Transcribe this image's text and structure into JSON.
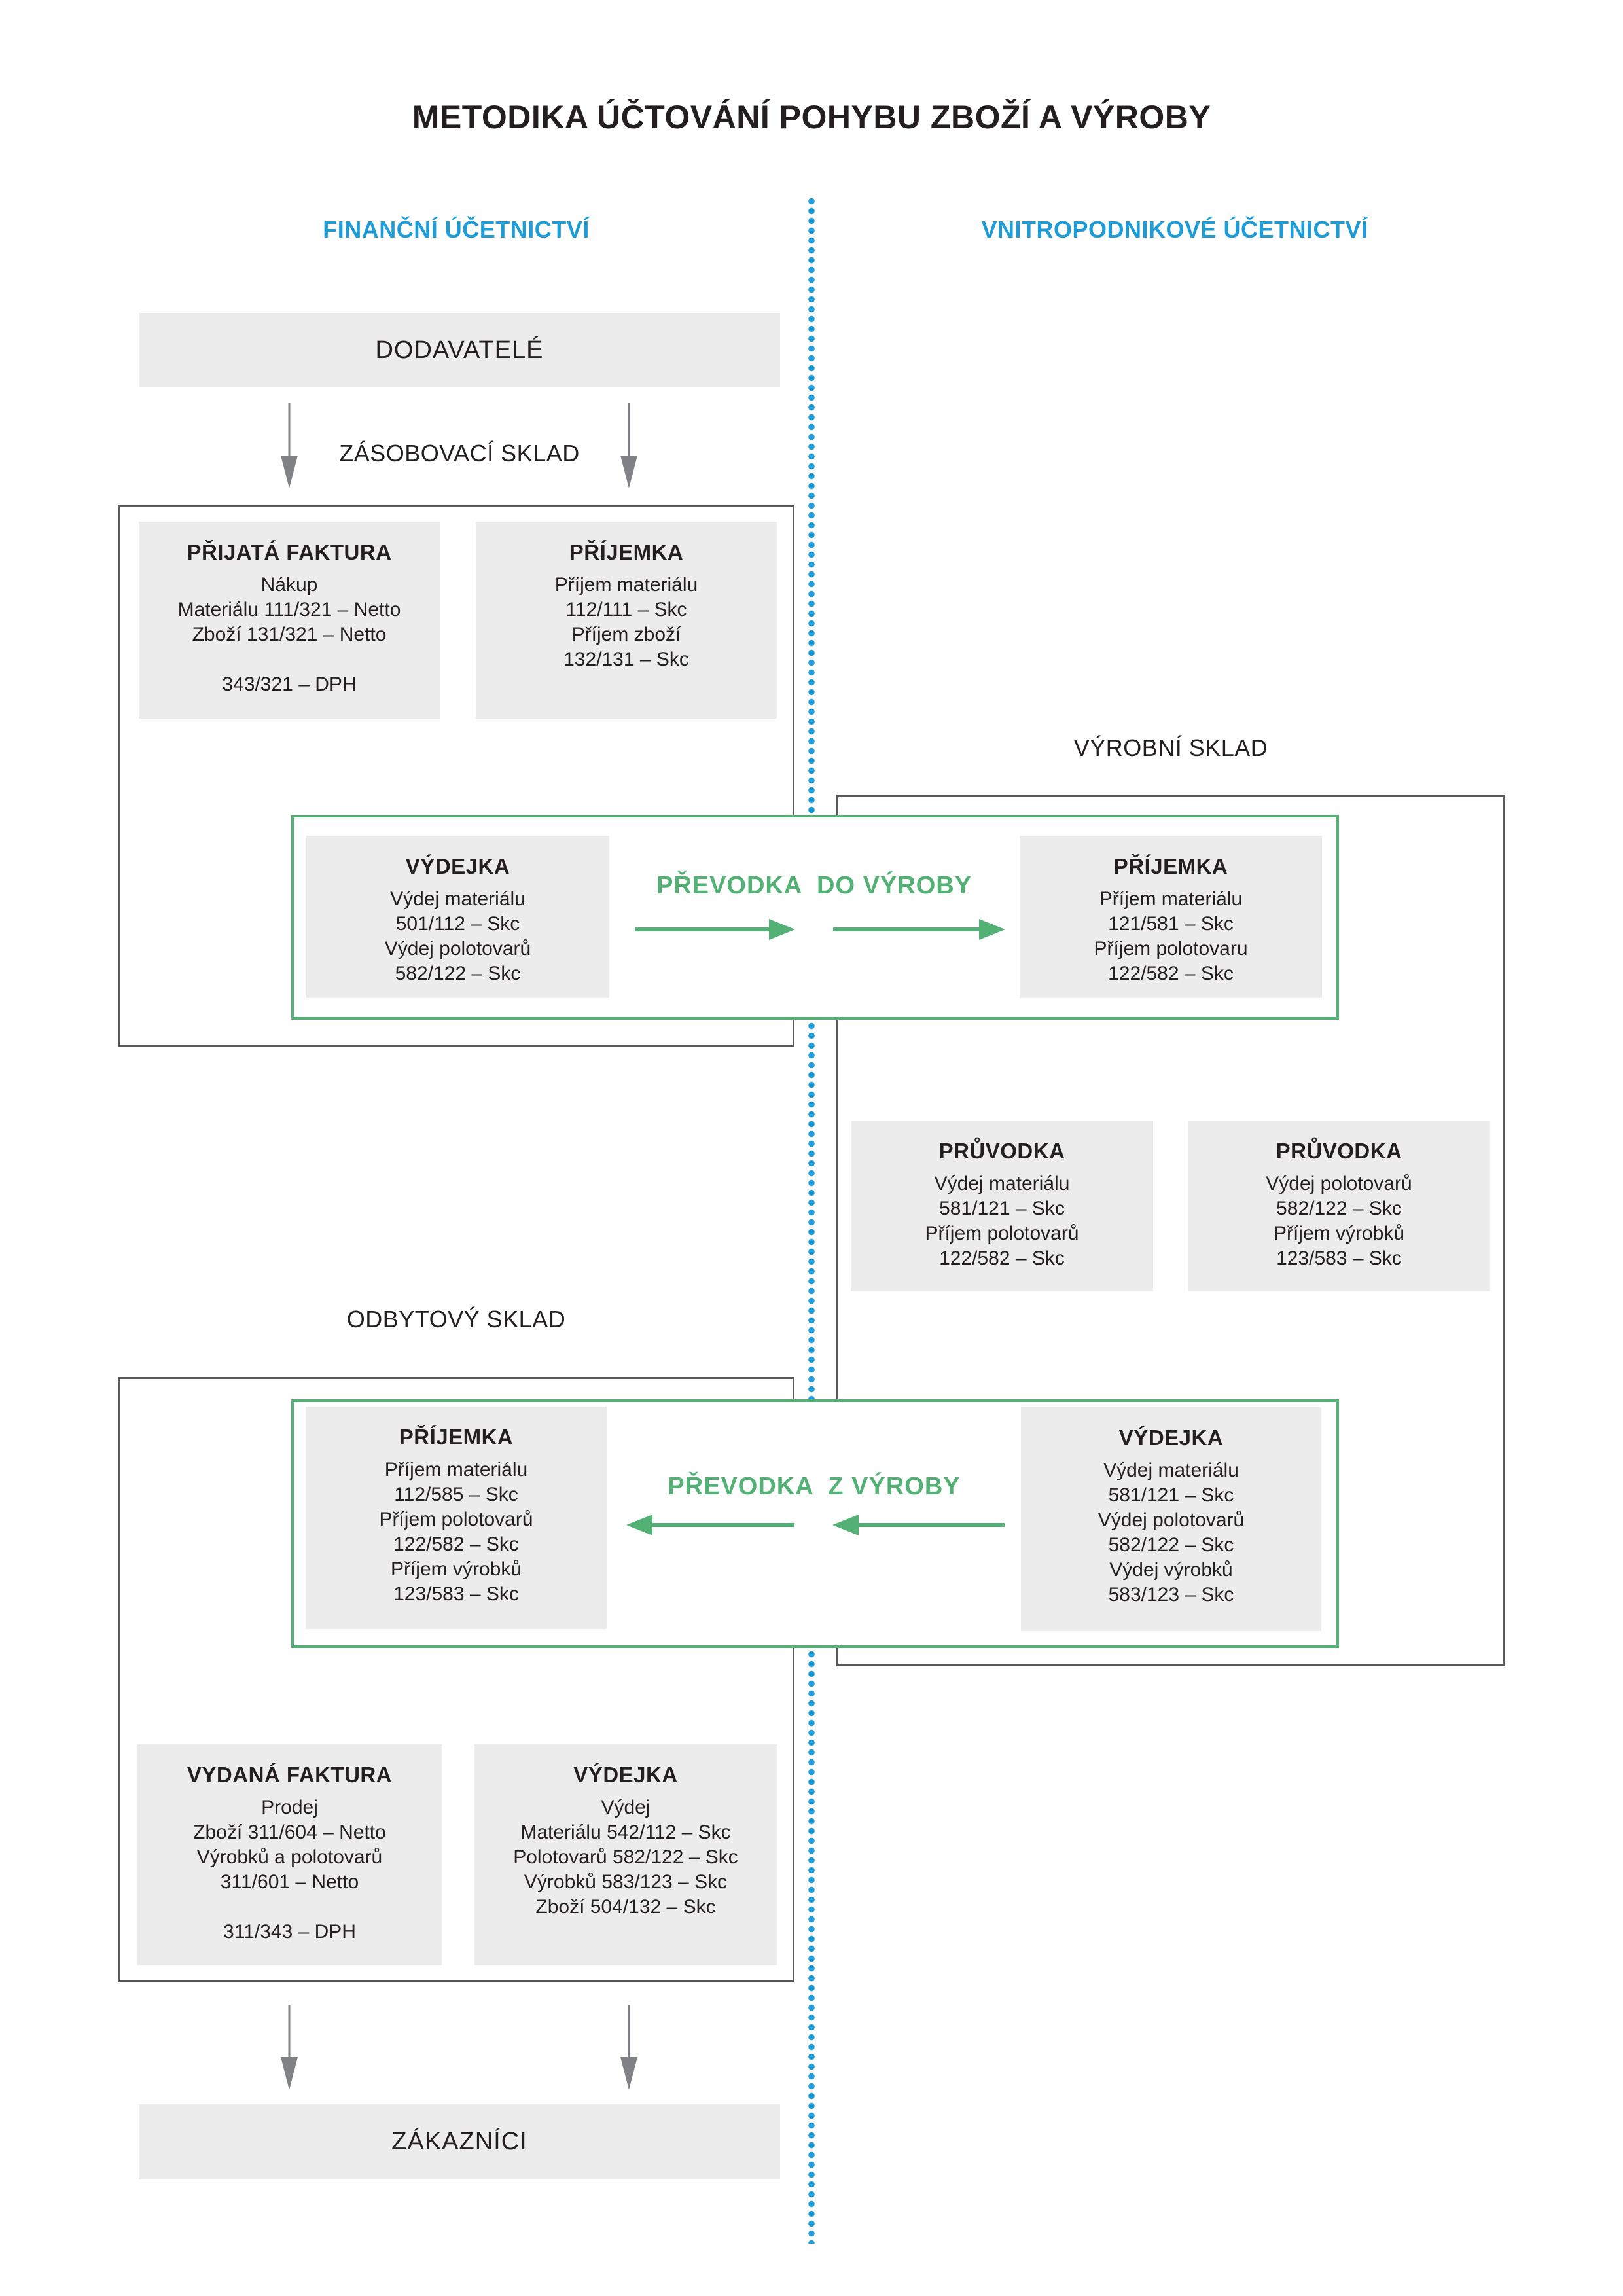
{
  "title": "METODIKA ÚČTOVÁNÍ POHYBU ZBOŽÍ A VÝROBY",
  "columns": {
    "left_header": "FINANČNÍ ÚČETNICTVÍ",
    "right_header": "VNITROPODNIKOVÉ ÚČETNICTVÍ"
  },
  "nodes": {
    "suppliers": "DODAVATELÉ",
    "customers": "ZÁKAZNÍCI"
  },
  "sections": {
    "supply_warehouse": "ZÁSOBOVACÍ SKLAD",
    "production_warehouse": "VÝROBNÍ SKLAD",
    "sales_warehouse": "ODBYTOVÝ SKLAD"
  },
  "transfers": {
    "to_production": "PŘEVODKA  DO VÝROBY",
    "from_production": "PŘEVODKA  Z VÝROBY"
  },
  "cards": {
    "prijata_faktura": {
      "title": "PŘIJATÁ FAKTURA",
      "lines": [
        "Nákup",
        "Materiálu 111/321 – Netto",
        "Zboží 131/321 – Netto",
        "",
        "343/321 – DPH"
      ]
    },
    "prijemka_zasobovaci": {
      "title": "PŘÍJEMKA",
      "lines": [
        "Příjem materiálu",
        "112/111 – Skc",
        "Příjem zboží",
        "132/131 – Skc"
      ]
    },
    "vydejka_do_vyroby": {
      "title": "VÝDEJKA",
      "lines": [
        "Výdej materiálu",
        "501/112 – Skc",
        "Výdej polotovarů",
        "582/122 – Skc"
      ]
    },
    "prijemka_vyrobni": {
      "title": "PŘÍJEMKA",
      "lines": [
        "Příjem materiálu",
        "121/581 – Skc",
        "Příjem polotovaru",
        "122/582 – Skc"
      ]
    },
    "pruvodka_1": {
      "title": "PRŮVODKA",
      "lines": [
        "Výdej materiálu",
        "581/121 – Skc",
        "Příjem polotovarů",
        "122/582 – Skc"
      ]
    },
    "pruvodka_2": {
      "title": "PRŮVODKA",
      "lines": [
        "Výdej polotovarů",
        "582/122 – Skc",
        "Příjem výrobků",
        "123/583 – Skc"
      ]
    },
    "prijemka_odbytovy": {
      "title": "PŘÍJEMKA",
      "lines": [
        "Příjem materiálu",
        "112/585 – Skc",
        "Příjem polotovarů",
        "122/582 – Skc",
        "Příjem výrobků",
        "123/583 – Skc"
      ]
    },
    "vydejka_z_vyroby": {
      "title": "VÝDEJKA",
      "lines": [
        "Výdej materiálu",
        "581/121 – Skc",
        "Výdej polotovarů",
        "582/122 – Skc",
        "Výdej výrobků",
        "583/123 – Skc"
      ]
    },
    "vydana_faktura": {
      "title": "VYDANÁ FAKTURA",
      "lines": [
        "Prodej",
        "Zboží 311/604 – Netto",
        "Výrobků a polotovarů",
        "311/601 – Netto",
        "",
        "311/343 – DPH"
      ]
    },
    "vydejka_prodej": {
      "title": "VÝDEJKA",
      "lines": [
        "Výdej",
        "Materiálu 542/112 – Skc",
        "Polotovarů 582/122 – Skc",
        "Výrobků 583/123 – Skc",
        "Zboží 504/132 – Skc"
      ]
    }
  },
  "colors": {
    "blue": "#1E9CD7",
    "green": "#53B175",
    "card_gray": "#ECECEC",
    "border_dark": "#58595B",
    "arrow_gray": "#808285",
    "text": "#231F20"
  }
}
